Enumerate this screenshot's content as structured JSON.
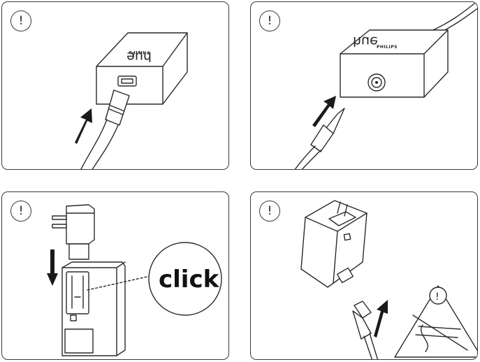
{
  "panels": [
    {
      "warning_symbol": "!",
      "device": {
        "brand": "PHILIPS",
        "product": "hue"
      }
    },
    {
      "warning_symbol": "!",
      "device": {
        "brand": "PHILIPS",
        "product": "hue"
      }
    },
    {
      "warning_symbol": "!",
      "callout_text": "click"
    },
    {
      "warning_symbol": "!",
      "hazard_sign_symbol": "!"
    }
  ],
  "colors": {
    "line": "#2a2a2a",
    "arrow": "#1a1a1a",
    "background": "#ffffff"
  }
}
